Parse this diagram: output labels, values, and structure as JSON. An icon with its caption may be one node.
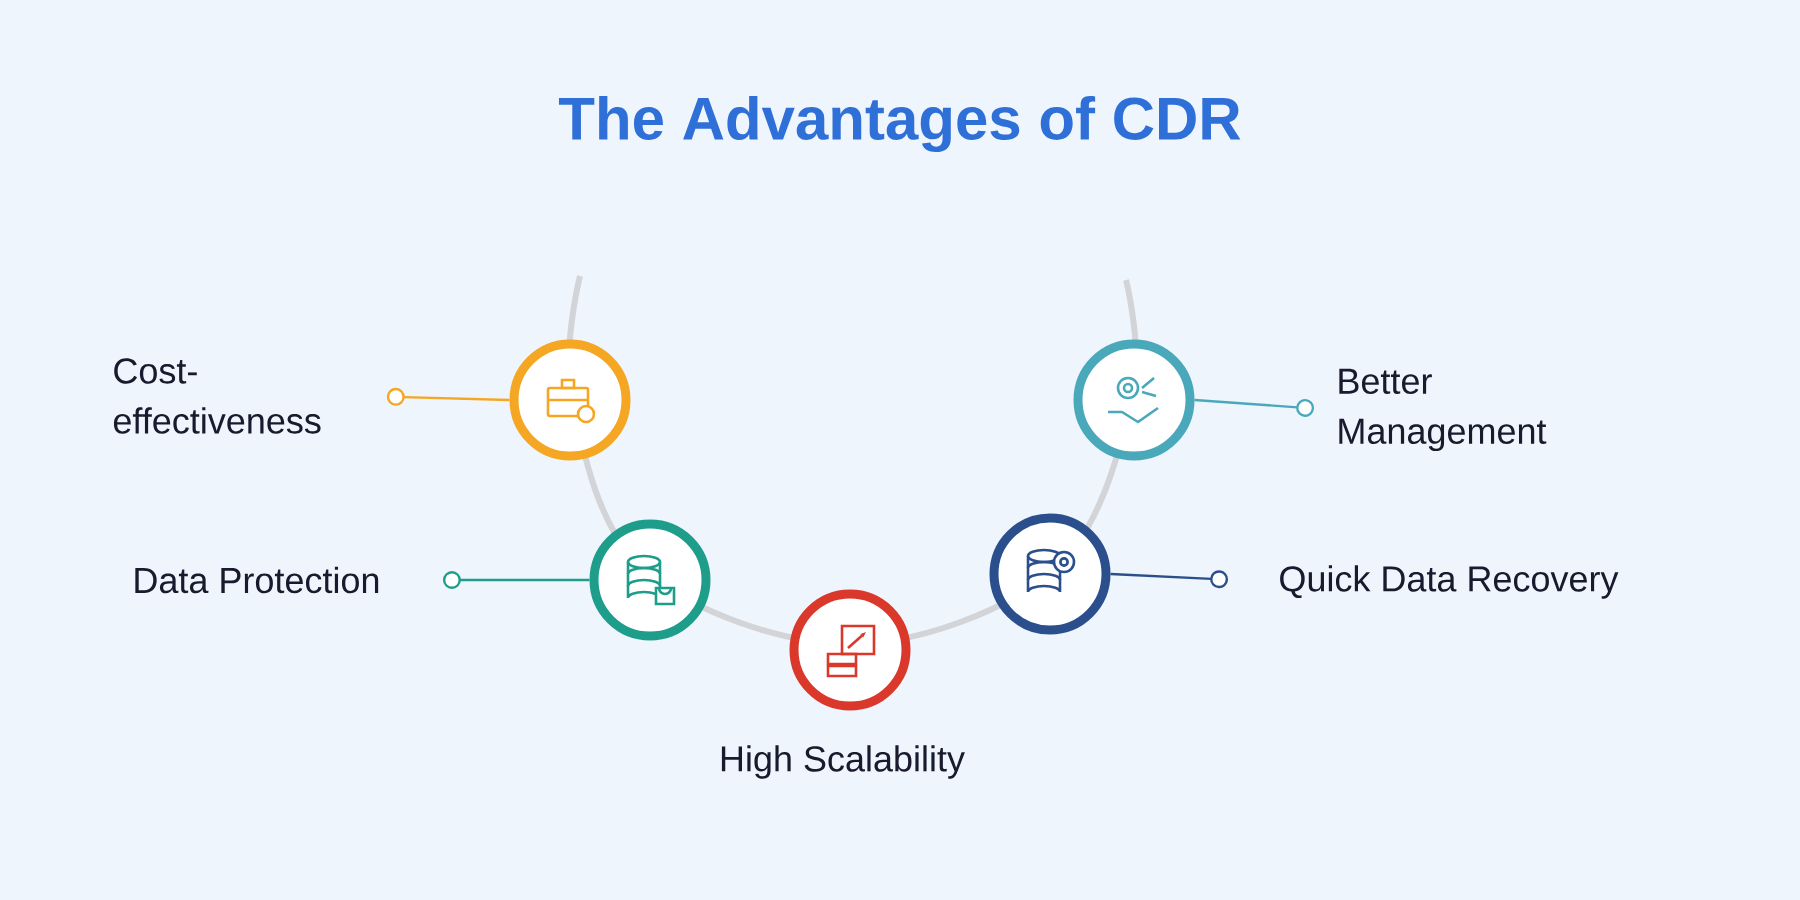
{
  "diagram": {
    "title": "The Advantages of CDR",
    "nodes": [
      {
        "text": [
          "Cost-effectiveness"
        ]
      },
      {
        "text": [],
        "shape": "circle"
      },
      {
        "text": [
          "Data Protection"
        ]
      },
      {
        "text": [],
        "shape": "circle"
      },
      {
        "text": [],
        "shape": "circle",
        "beside": [
          "High Scalability"
        ]
      },
      {
        "text": [],
        "shape": "circle"
      },
      {
        "text": [
          "Quick Data Recovery"
        ]
      },
      {
        "text": [],
        "shape": "circle"
      },
      {
        "text": [
          "Better Management"
        ]
      }
    ],
    "edges": [
      {
        "from": 0,
        "to": 1,
        "arrow": "other",
        "color": "#f5a623"
      },
      {
        "from": 2,
        "to": 3,
        "arrow": "other",
        "color": "#1e9e8a"
      },
      {
        "from": 6,
        "to": 5,
        "arrow": "other",
        "color": "#2b4f8c"
      },
      {
        "from": 8,
        "to": 7,
        "arrow": "other",
        "color": "#4aa8bb"
      }
    ]
  }
}
